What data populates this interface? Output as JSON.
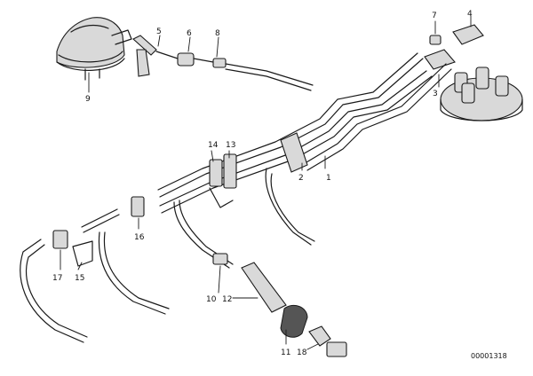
{
  "diagram": {
    "part_numbers": {
      "p1": "1",
      "p2": "2",
      "p3": "3",
      "p4": "4",
      "p5": "5",
      "p6": "6",
      "p7": "7",
      "p8": "8",
      "p9": "9",
      "p10": "10",
      "p11": "11",
      "p12": "12",
      "p13": "13",
      "p14": "14",
      "p15": "15",
      "p16": "16",
      "p17": "17",
      "p18": "18"
    },
    "drawing_code": "00001318"
  }
}
